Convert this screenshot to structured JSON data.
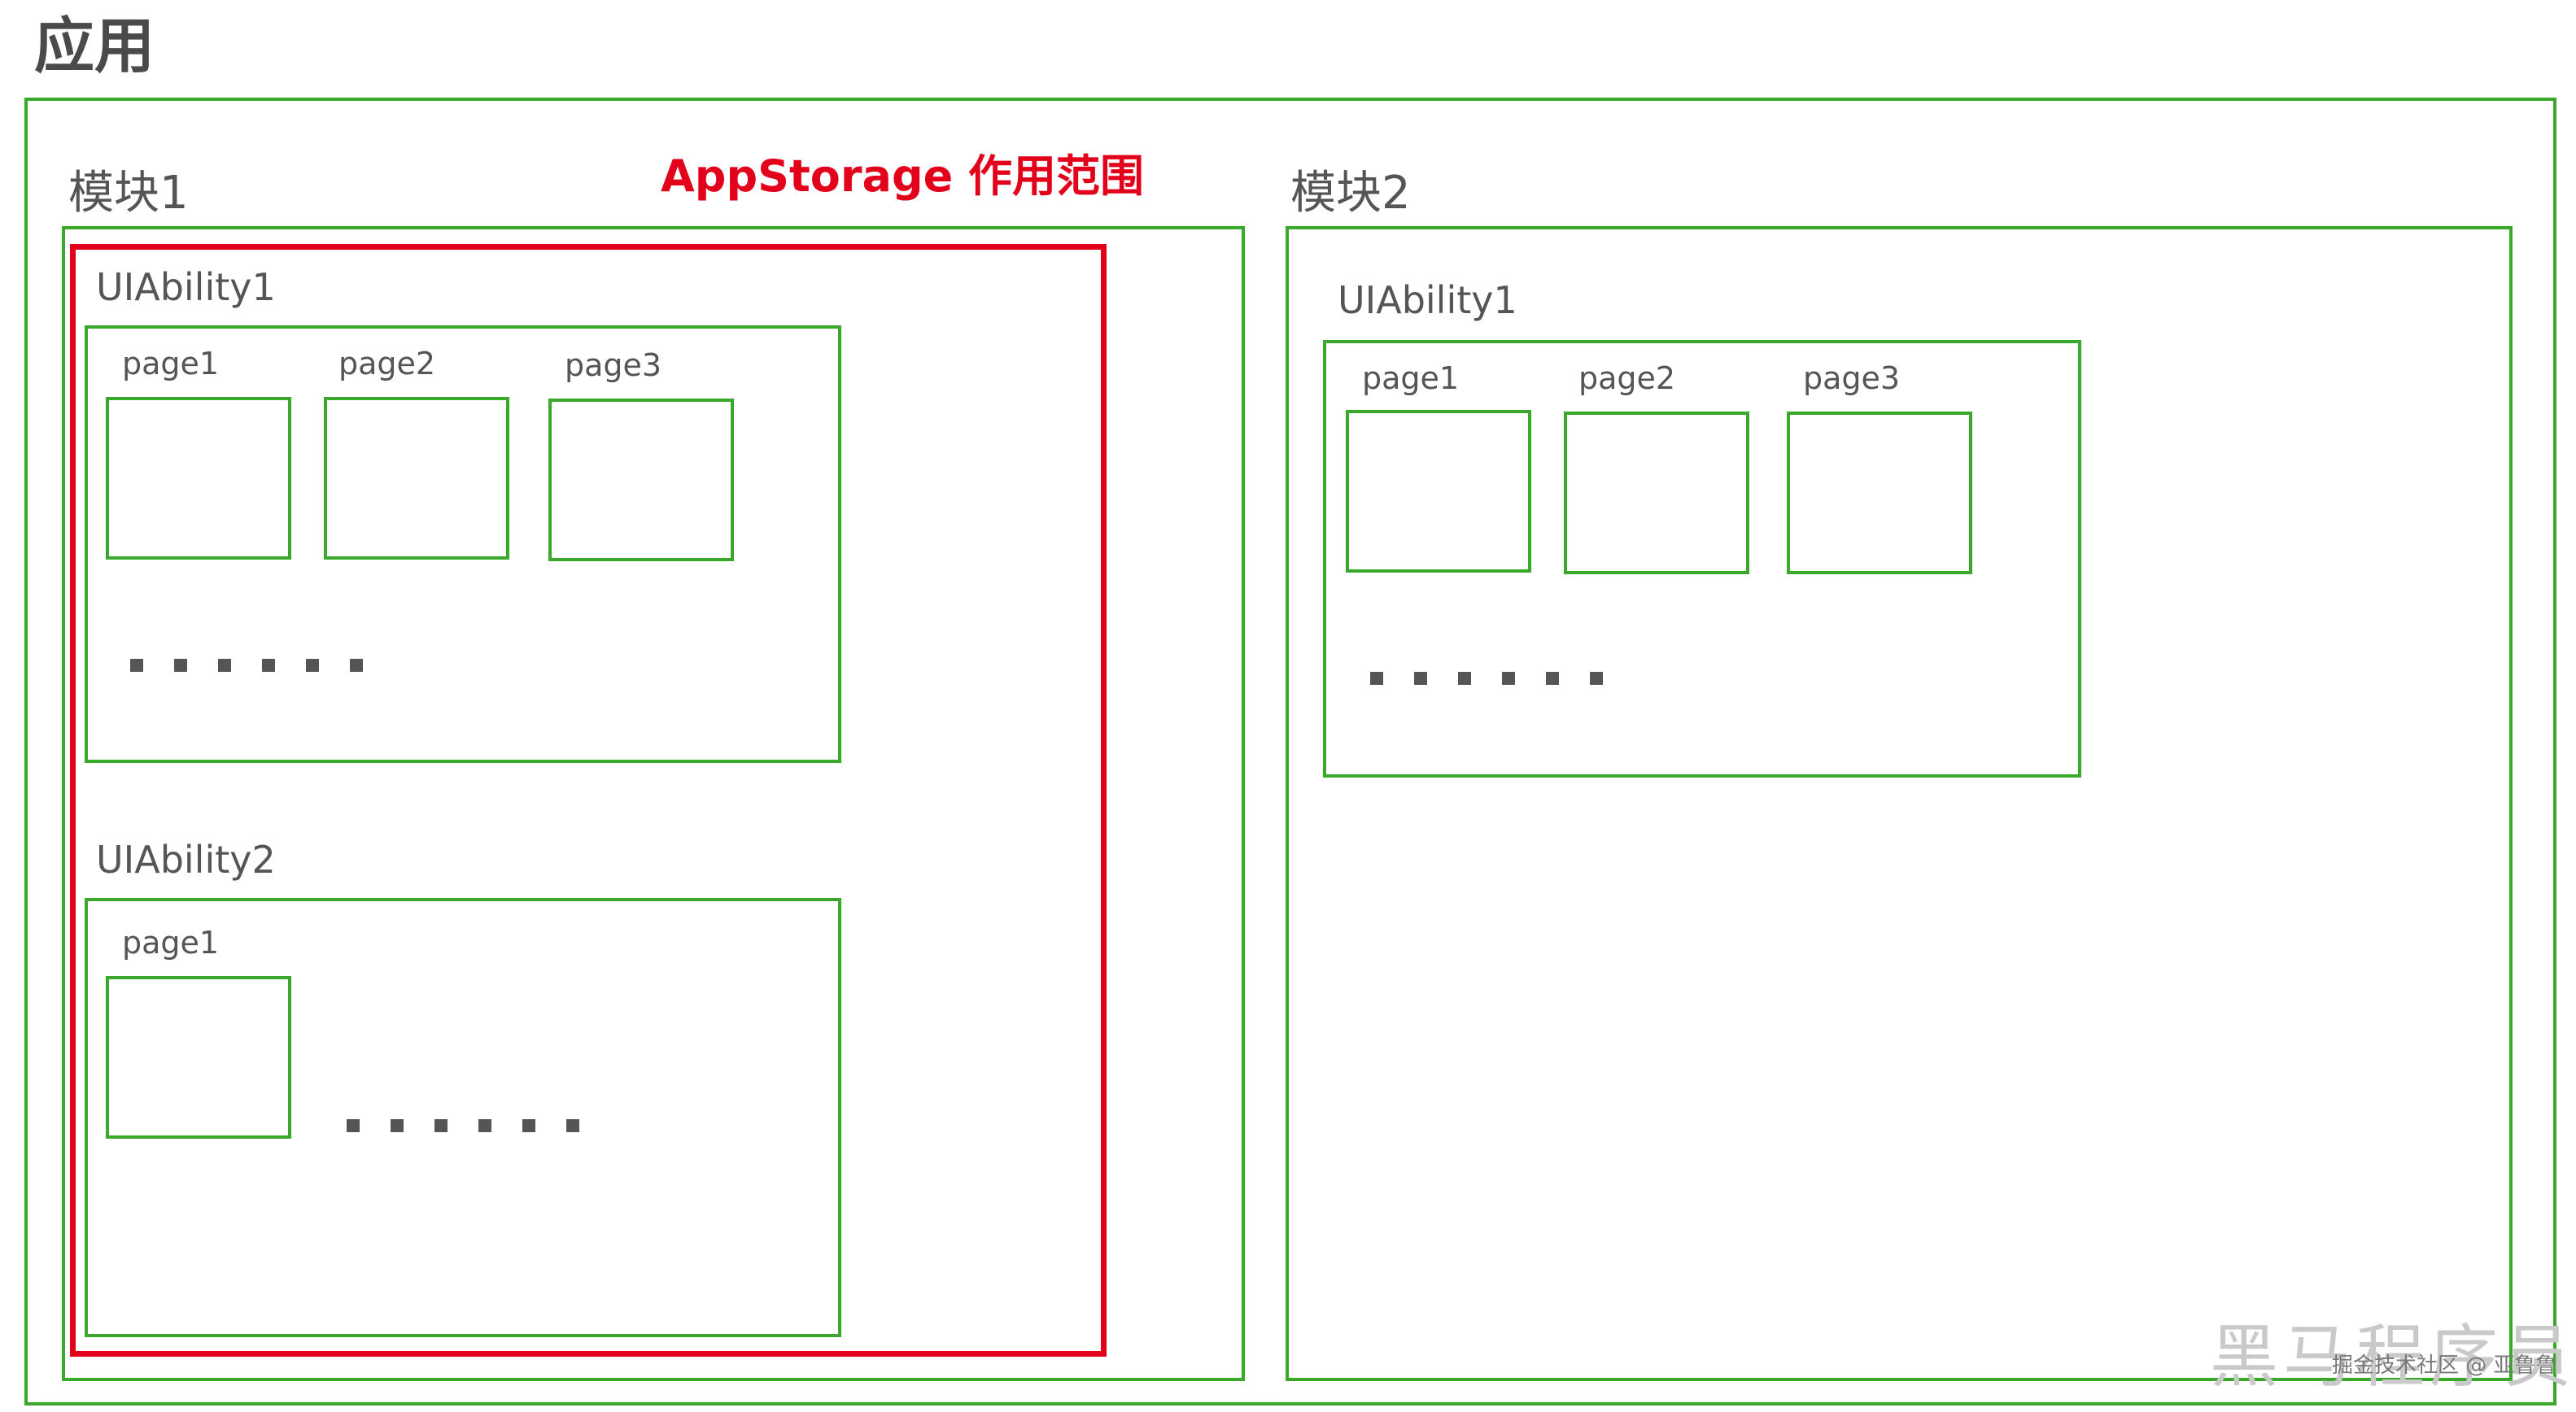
{
  "app": {
    "title": "应用"
  },
  "scope": {
    "label": "AppStorage 作用范围"
  },
  "module1": {
    "label": "模块1",
    "ability1": {
      "label": "UIAbility1",
      "pages": [
        "page1",
        "page2",
        "page3"
      ]
    },
    "ability2": {
      "label": "UIAbility2",
      "pages": [
        "page1"
      ]
    }
  },
  "module2": {
    "label": "模块2",
    "ability1": {
      "label": "UIAbility1",
      "pages": [
        "page1",
        "page2",
        "page3"
      ]
    }
  },
  "watermark": {
    "small": "掘金技术社区 @ 亚鲁鲁",
    "big": "黑马程序员"
  },
  "colors": {
    "box_border": "#3aa82a",
    "scope_border": "#e3001b",
    "text": "#555555"
  }
}
